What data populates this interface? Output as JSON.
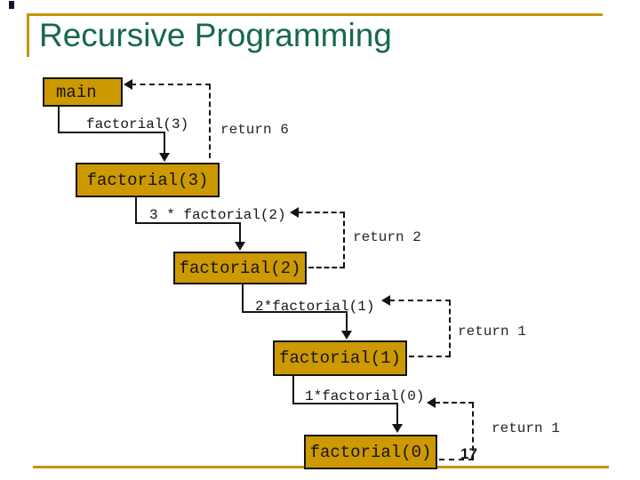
{
  "slide": {
    "title": "Recursive Programming",
    "page_number": "17",
    "colors": {
      "accent_gold": "#C4950B",
      "box_fill": "#CC9900",
      "title_green": "#17694A",
      "corner_dark": "#15152E",
      "return_text": "#262626"
    }
  },
  "diagram": {
    "boxes": [
      {
        "label": "main"
      },
      {
        "label": "factorial(3)"
      },
      {
        "label": "factorial(2)"
      },
      {
        "label": "factorial(1)"
      },
      {
        "label": "factorial(0)"
      }
    ],
    "call_labels": [
      {
        "text": "factorial(3)"
      },
      {
        "text": "3 * factorial(2)"
      },
      {
        "text": "2*factorial(1)"
      },
      {
        "text": "1*factorial(0)"
      }
    ],
    "return_labels": [
      {
        "text": "return 6"
      },
      {
        "text": "return 2"
      },
      {
        "text": "return 1"
      },
      {
        "text": "return 1"
      }
    ]
  }
}
